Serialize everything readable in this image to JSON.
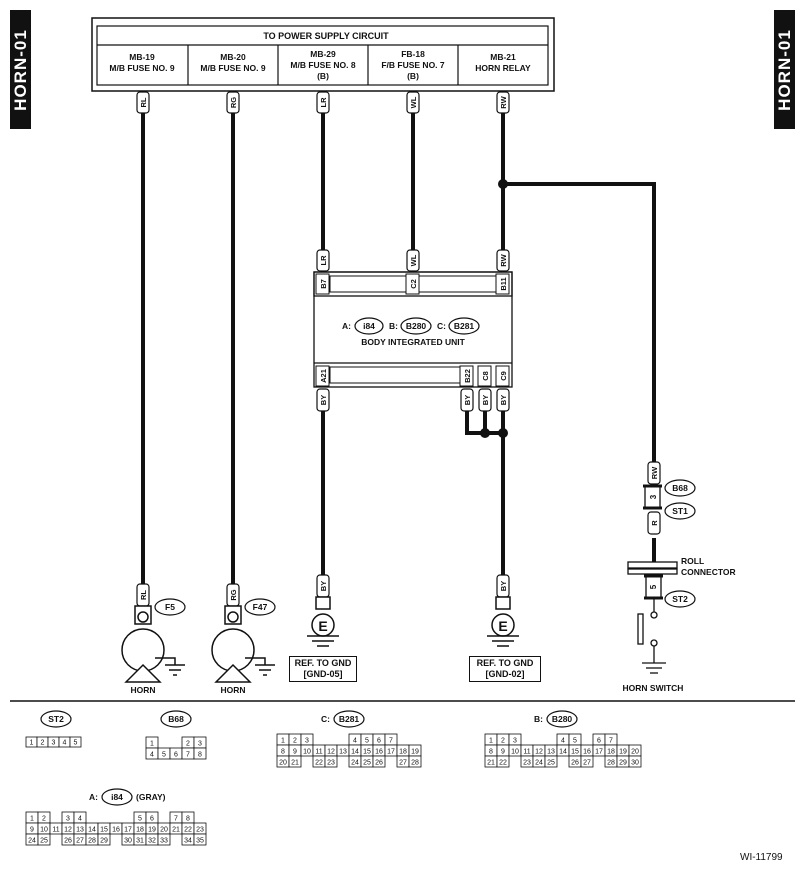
{
  "side_tags": {
    "left": "HORN-01",
    "right": "HORN-01"
  },
  "power_supply": {
    "title": "TO POWER SUPPLY CIRCUIT",
    "fuses": [
      {
        "line1": "MB-19",
        "line2": "M/B FUSE NO. 9",
        "line3": ""
      },
      {
        "line1": "MB-20",
        "line2": "M/B FUSE NO. 9",
        "line3": ""
      },
      {
        "line1": "MB-29",
        "line2": "M/B FUSE NO. 8",
        "line3": "(B)"
      },
      {
        "line1": "FB-18",
        "line2": "F/B FUSE NO. 7",
        "line3": "(B)"
      },
      {
        "line1": "MB-21",
        "line2": "HORN RELAY",
        "line3": ""
      }
    ]
  },
  "wires": {
    "rl": "RL",
    "rg": "RG",
    "lr": "LR",
    "wl": "WL",
    "rw": "RW",
    "by": "BY",
    "r": "R"
  },
  "biu": {
    "name": "BODY INTEGRATED UNIT",
    "prefix_a": "A:",
    "conn_a": "i84",
    "prefix_b": "B:",
    "conn_b": "B280",
    "prefix_c": "C:",
    "conn_c": "B281",
    "pins_top": [
      "B7",
      "C2",
      "B11"
    ],
    "pins_bottom": [
      "A21",
      "B22",
      "C8",
      "C9"
    ]
  },
  "horns": {
    "label": "HORN",
    "conn_1": "F5",
    "conn_2": "F47"
  },
  "grounds": {
    "symbol": "E",
    "ref_line1": "REF. TO GND",
    "ref_1": "[GND-05]",
    "ref_2": "[GND-02]"
  },
  "horn_switch": {
    "conn_b68": "B68",
    "pin_b68": "3",
    "conn_st1": "ST1",
    "roll_connector_1": "ROLL",
    "roll_connector_2": "CONNECTOR",
    "conn_st2": "ST2",
    "pin_st2": "5",
    "label": "HORN SWITCH"
  },
  "connector_faces": {
    "st2": {
      "label": "ST2",
      "rows": [
        [
          "1",
          "2",
          "3",
          "4",
          "5"
        ]
      ]
    },
    "b68": {
      "label": "B68",
      "rows": [
        [
          "1",
          "",
          "",
          "2",
          "3"
        ],
        [
          "4",
          "5",
          "6",
          "7",
          "8"
        ]
      ]
    },
    "b281": {
      "prefix": "C:",
      "label": "B281",
      "rows": [
        [
          "1",
          "2",
          "3",
          "",
          "",
          "",
          "4",
          "5",
          "6",
          "7"
        ],
        [
          "8",
          "9",
          "10",
          "11",
          "12",
          "13",
          "14",
          "15",
          "16",
          "17",
          "18",
          "19"
        ],
        [
          "20",
          "21",
          "",
          "22",
          "23",
          "",
          "24",
          "25",
          "26",
          "",
          "27",
          "28"
        ]
      ]
    },
    "b280": {
      "prefix": "B:",
      "label": "B280",
      "rows": [
        [
          "1",
          "2",
          "3",
          "",
          "",
          "",
          "4",
          "5",
          "",
          "6",
          "7"
        ],
        [
          "8",
          "9",
          "10",
          "11",
          "12",
          "13",
          "14",
          "15",
          "16",
          "17",
          "18",
          "19",
          "20"
        ],
        [
          "21",
          "22",
          "",
          "23",
          "24",
          "25",
          "",
          "26",
          "27",
          "",
          "28",
          "29",
          "30"
        ]
      ]
    },
    "i84": {
      "prefix": "A:",
      "label": "i84",
      "suffix": "(GRAY)",
      "rows": [
        [
          "1",
          "2",
          "",
          "3",
          "4",
          "",
          "",
          "",
          "",
          "5",
          "6",
          "",
          "7",
          "8"
        ],
        [
          "9",
          "10",
          "11",
          "12",
          "13",
          "14",
          "15",
          "16",
          "17",
          "18",
          "19",
          "20",
          "21",
          "22",
          "23"
        ],
        [
          "24",
          "25",
          "",
          "26",
          "27",
          "28",
          "29",
          "",
          "30",
          "31",
          "32",
          "33",
          "",
          "34",
          "35"
        ]
      ]
    }
  },
  "doc_id": "WI-11799"
}
